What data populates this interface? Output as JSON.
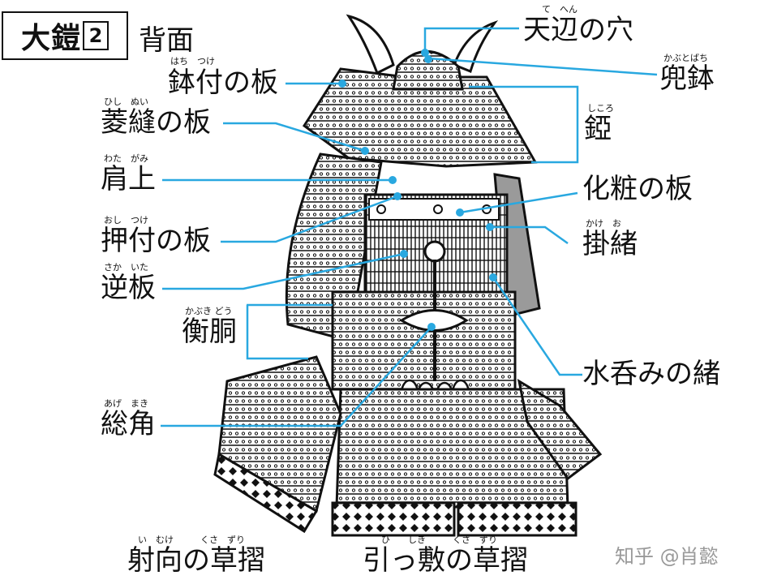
{
  "title": {
    "main": "大鎧",
    "number": "2",
    "subtitle": "背面"
  },
  "labels": [
    {
      "id": "tenpen",
      "text": "天辺の穴",
      "ruby": "て　へん"
    },
    {
      "id": "kabutobachi",
      "text": "兜鉢",
      "ruby": "かぶとばち"
    },
    {
      "id": "shikoro",
      "text": "錏",
      "ruby": "しころ"
    },
    {
      "id": "keshou",
      "text": "化粧の板",
      "ruby": ""
    },
    {
      "id": "kakeo",
      "text": "掛緒",
      "ruby": "かけ　お"
    },
    {
      "id": "mizunomi",
      "text": "水呑みの緒",
      "ruby": ""
    },
    {
      "id": "hachitsuke",
      "text": "鉢付の板",
      "ruby": "はち　つけ"
    },
    {
      "id": "hishinui",
      "text": "菱縫の板",
      "ruby": "ひし　ぬい"
    },
    {
      "id": "watagami",
      "text": "肩上",
      "ruby": "わた　がみ"
    },
    {
      "id": "oshitsuke",
      "text": "押付の板",
      "ruby": "おし　つけ"
    },
    {
      "id": "sakaita",
      "text": "逆板",
      "ruby": "さか　いた"
    },
    {
      "id": "kabukidou",
      "text": "衡胴",
      "ruby": "かぶき どう"
    },
    {
      "id": "agemaki",
      "text": "総角",
      "ruby": "あげ　まき"
    },
    {
      "id": "imuke",
      "text": "射向の草摺",
      "ruby": "い　むけ　　　くさ　ずり"
    },
    {
      "id": "hikishiki",
      "text": "引っ敷の草摺",
      "ruby": "ひ　　しき　　　くさ　ずり"
    }
  ],
  "watermark": "知乎 @肖懿",
  "colors": {
    "callout": "#29a8e0",
    "ink": "#111111"
  }
}
